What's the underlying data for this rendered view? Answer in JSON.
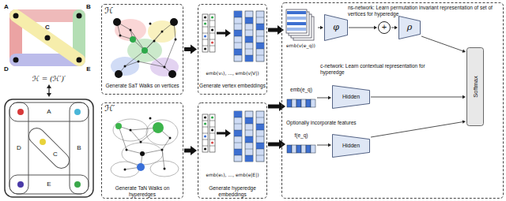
{
  "diagram": {
    "nodes": [
      {
        "text": [
          "ℋ",
          "Generate SaT Walks on vertices"
        ]
      },
      {
        "text": [
          "ℋ′",
          "Generate TaN Walks on hyperedges"
        ]
      },
      {
        "text": [
          "emb(v₁), ..., emb(v|V|)",
          "Generate vertex embeddings"
        ]
      },
      {
        "text": [
          "emb(e₁), ..., emb(e|E|)",
          "Generate hyperedge embeddings"
        ]
      },
      {
        "text": [
          "ns-network: Learn permutation invariant representation of set of vertices for hyperedge",
          "c-network: Learn contextual representation for hyperedge",
          "Optionally incorporate features"
        ]
      },
      {
        "text": [
          "emb(v(e_q))"
        ],
        "in": 4
      },
      {
        "text": [
          "φ"
        ],
        "in": 4
      },
      {
        "text": [
          "+"
        ],
        "in": 4
      },
      {
        "text": [
          "ρ"
        ],
        "in": 4
      },
      {
        "text": [
          "emb(e_q)"
        ],
        "in": 4
      },
      {
        "text": [
          "Hidden"
        ],
        "in": 4
      },
      {
        "text": [
          "f(e_q)"
        ],
        "in": 4
      },
      {
        "text": [
          "Hidden"
        ],
        "in": 4
      },
      {
        "text": [
          "Softmax"
        ],
        "in": 4
      }
    ],
    "edges": [
      {
        "from": 0,
        "to": 2,
        "arrow": "to"
      },
      {
        "from": 1,
        "to": 3,
        "arrow": "to"
      },
      {
        "from": 2,
        "to": 5,
        "arrow": "to"
      },
      {
        "from": 3,
        "to": 9,
        "arrow": "to"
      },
      {
        "from": 3,
        "to": 11,
        "arrow": "to"
      },
      {
        "from": 5,
        "to": 6,
        "arrow": "to"
      },
      {
        "from": 6,
        "to": 7,
        "arrow": "to"
      },
      {
        "from": 7,
        "to": 8,
        "arrow": "to"
      },
      {
        "from": 8,
        "to": 13,
        "arrow": "to"
      },
      {
        "from": 9,
        "to": 10,
        "arrow": "to"
      },
      {
        "from": 10,
        "to": 13,
        "arrow": "to"
      },
      {
        "from": 11,
        "to": 12,
        "arrow": "to"
      },
      {
        "from": 12,
        "to": 13,
        "arrow": "to"
      }
    ],
    "labels": [
      "A",
      "B",
      "C",
      "D",
      "E",
      "ℋ = (ℋ′)′",
      "A",
      "B",
      "C",
      "D",
      "E"
    ]
  }
}
